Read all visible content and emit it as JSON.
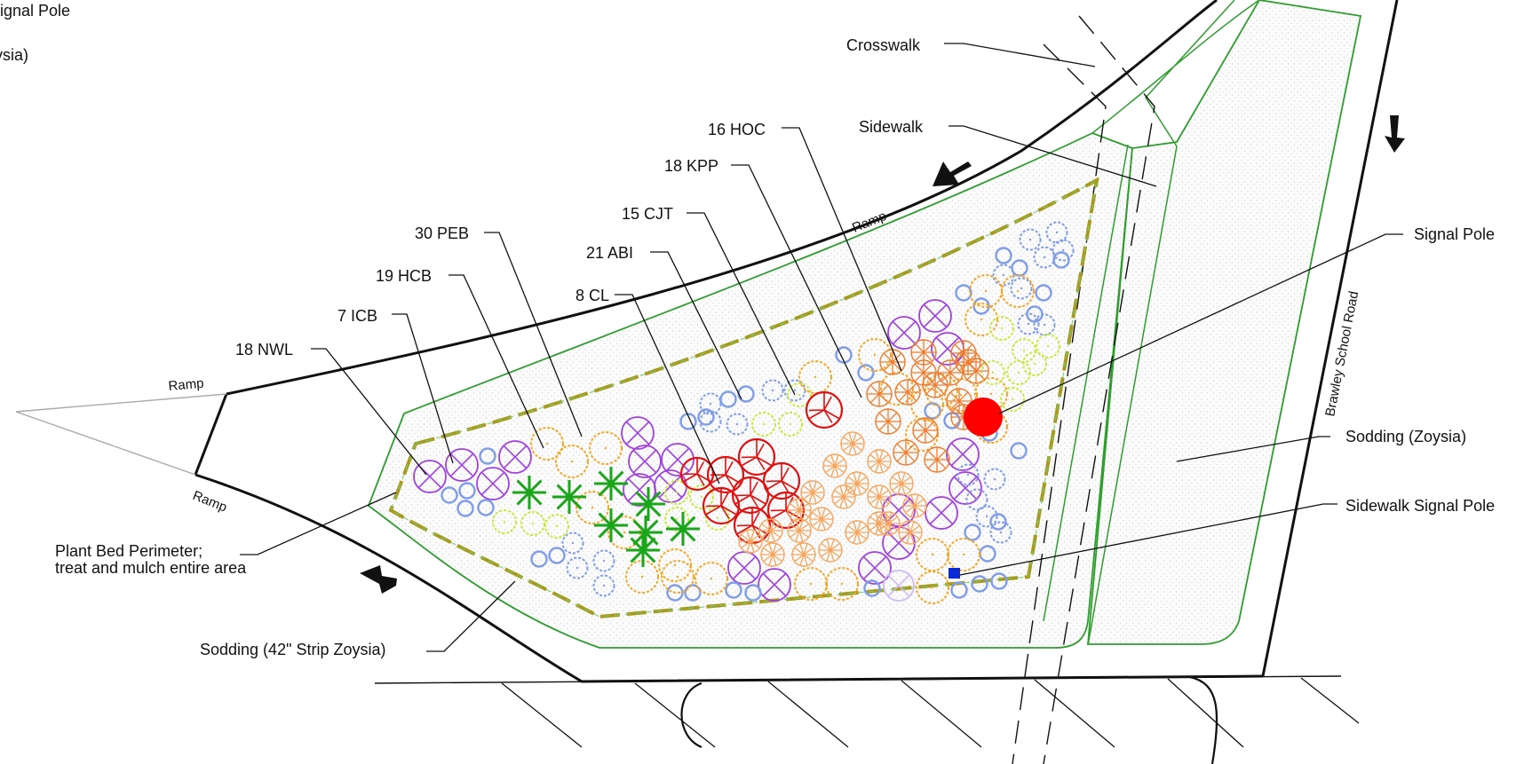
{
  "legend_fragments": {
    "line1": "Signal Pole",
    "line2": "ysia)"
  },
  "labels": {
    "crosswalk": "Crosswalk",
    "sidewalk": "Sidewalk",
    "ramp_top": "Ramp",
    "ramp_left_upper": "Ramp",
    "ramp_left_lower": "Ramp",
    "signal_pole": "Signal Pole",
    "road_name": "Brawley School Road",
    "sodding_zoysia": "Sodding (Zoysia)",
    "sidewalk_signal_pole": "Sidewalk Signal Pole",
    "plant_bed_line1": "Plant Bed Perimeter;",
    "plant_bed_line2": "treat and mulch entire area",
    "sodding_strip": "Sodding (42\" Strip Zoysia)"
  },
  "plant_labels": {
    "hoc": "16 HOC",
    "kpp": "18 KPP",
    "cjt": "15 CJT",
    "abi": "21 ABI",
    "cl": "8 CL",
    "peb": "30 PEB",
    "hcb": "19 HCB",
    "icb": "7 ICB",
    "nwl": "18 NWL"
  },
  "colors": {
    "line": "#111111",
    "green_edge": "#2e9d2e",
    "bed_border": "#a89a1e",
    "bed_inner": "#6fcf6f",
    "purple": "#a040e0",
    "blue": "#7f9de8",
    "orange": "#f5a623",
    "lime": "#c4ea3a",
    "green": "#1aa51a",
    "red": "#e01010",
    "dark_orange": "#ef7b2b",
    "light_orange": "#f7a55c",
    "signal_pole": "#ff0000",
    "sidewalk_pole": "#0a2ad6"
  }
}
